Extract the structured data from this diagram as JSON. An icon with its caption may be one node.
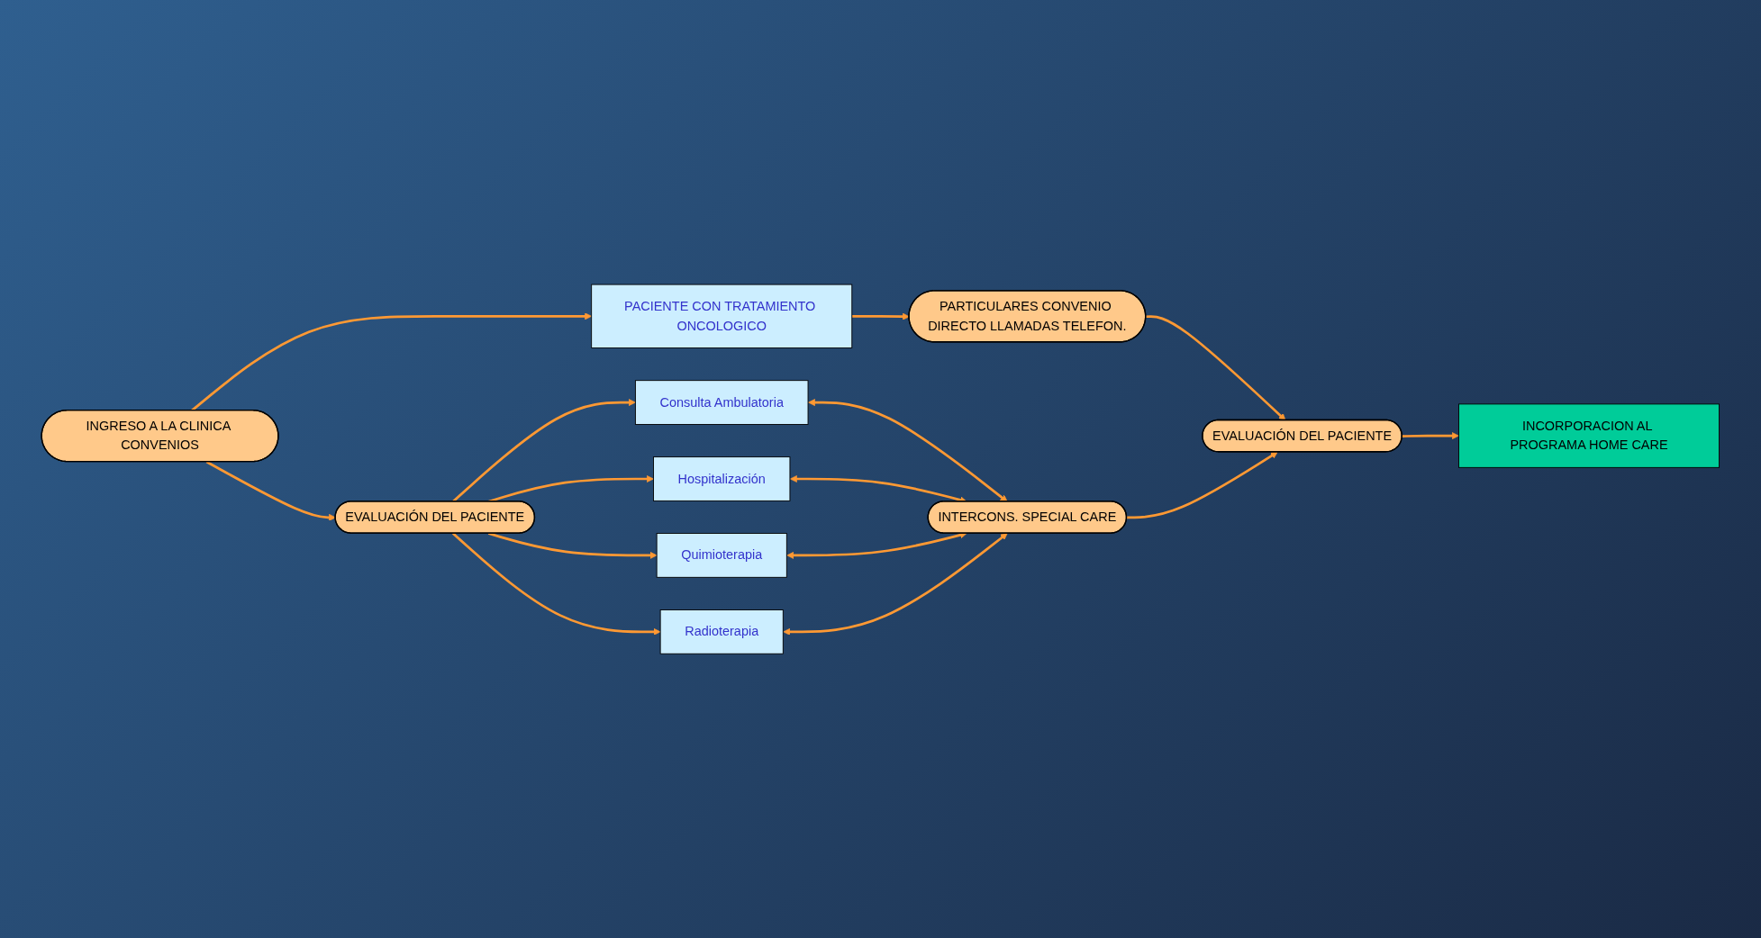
{
  "diagram": {
    "nodes": [
      {
        "text": [
          "INGRESO A LA CLINICA CONVENIOS"
        ]
      },
      {
        "text": [
          "PACIENTE CON TRATAMIENTO ONCOLOGICO"
        ]
      },
      {
        "text": [
          "PARTICULARES CONVENIO DIRECTO LLAMADAS TELEFON."
        ]
      },
      {
        "text": [
          "Consulta Ambulatoria"
        ]
      },
      {
        "text": [
          "Hospitalización"
        ]
      },
      {
        "text": [
          "Quimioterapia"
        ]
      },
      {
        "text": [
          "Radioterapia"
        ]
      },
      {
        "text": [
          "EVALUACIÓN DEL PACIENTE"
        ]
      },
      {
        "text": [
          "INTERCONS. SPECIAL CARE"
        ]
      },
      {
        "text": [
          "EVALUACIÓN DEL PACIENTE"
        ]
      },
      {
        "text": [
          "INCORPORACION AL PROGRAMA HOME CARE"
        ]
      }
    ],
    "edges": [
      {
        "from": 0,
        "to": 1,
        "arrow": "to"
      },
      {
        "from": 1,
        "to": 2,
        "arrow": "to"
      },
      {
        "from": 0,
        "to": 7,
        "arrow": "to"
      },
      {
        "from": 7,
        "to": 3,
        "arrow": "to"
      },
      {
        "from": 7,
        "to": 4,
        "arrow": "to"
      },
      {
        "from": 7,
        "to": 5,
        "arrow": "to"
      },
      {
        "from": 7,
        "to": 6,
        "arrow": "to"
      },
      {
        "from": 3,
        "to": 8,
        "arrow": "both"
      },
      {
        "from": 4,
        "to": 8,
        "arrow": "both"
      },
      {
        "from": 5,
        "to": 8,
        "arrow": "both"
      },
      {
        "from": 6,
        "to": 8,
        "arrow": "both"
      },
      {
        "from": 2,
        "to": 9,
        "arrow": "to"
      },
      {
        "from": 8,
        "to": 9,
        "arrow": "to"
      },
      {
        "from": 9,
        "to": 10,
        "arrow": "to"
      }
    ]
  }
}
